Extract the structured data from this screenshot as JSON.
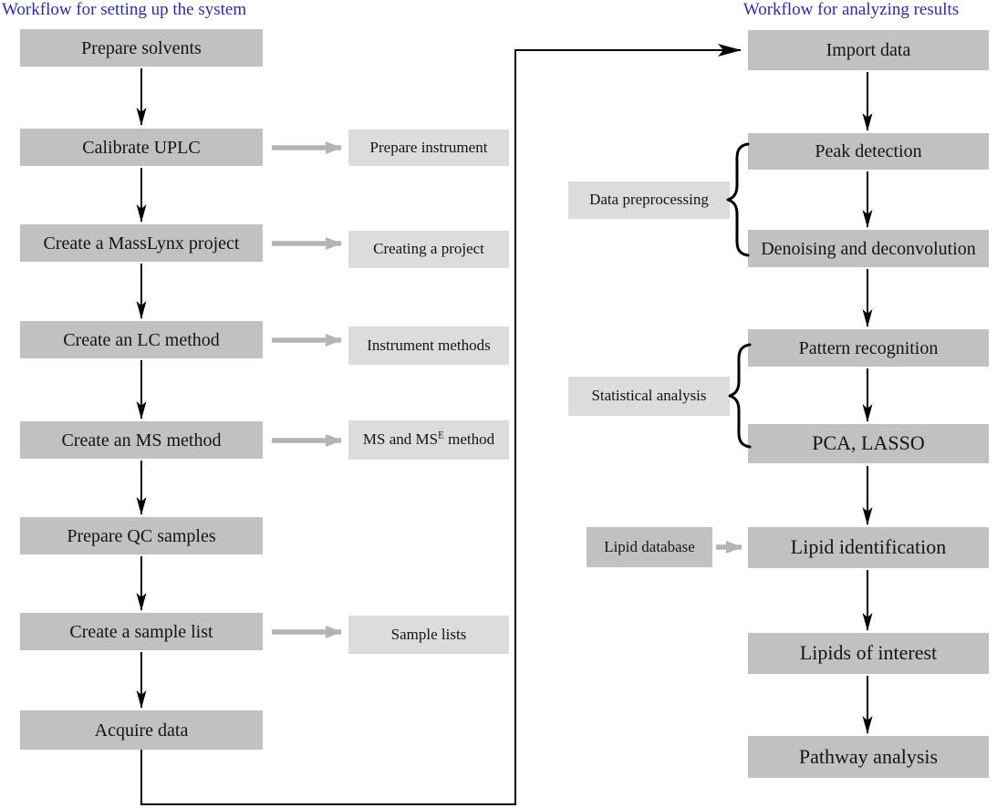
{
  "titles": {
    "left": "Workflow for setting up the system",
    "right": "Workflow for analyzing results"
  },
  "colors": {
    "title_blue": "#2a2ab5",
    "box_dark": "#c1c1c1",
    "box_light": "#dcdcdc",
    "arrow_grey": "#b4b4b4",
    "arrow_black": "#000000",
    "text": "#141414"
  },
  "left": {
    "steps": [
      "Prepare solvents",
      "Calibrate UPLC",
      "Create a MassLynx project",
      "Create an LC method",
      "Create an MS method",
      "Prepare QC samples",
      "Create a sample list",
      "Acquire data"
    ],
    "notes": [
      {
        "label": "Prepare instrument"
      },
      {
        "label": "Creating a project"
      },
      {
        "label": "Instrument methods"
      },
      {
        "pre": "MS and MS",
        "sup": "E",
        "post": " method"
      },
      {
        "label": "Sample lists"
      }
    ]
  },
  "right": {
    "steps": [
      "Import data",
      "Peak detection",
      "Denoising and deconvolution",
      "Pattern recognition",
      "PCA, LASSO",
      "Lipid identification",
      "Lipids of interest",
      "Pathway analysis"
    ],
    "groups": [
      {
        "label": "Data preprocessing"
      },
      {
        "label": "Statistical analysis"
      }
    ],
    "database": {
      "label": "Lipid database"
    }
  }
}
